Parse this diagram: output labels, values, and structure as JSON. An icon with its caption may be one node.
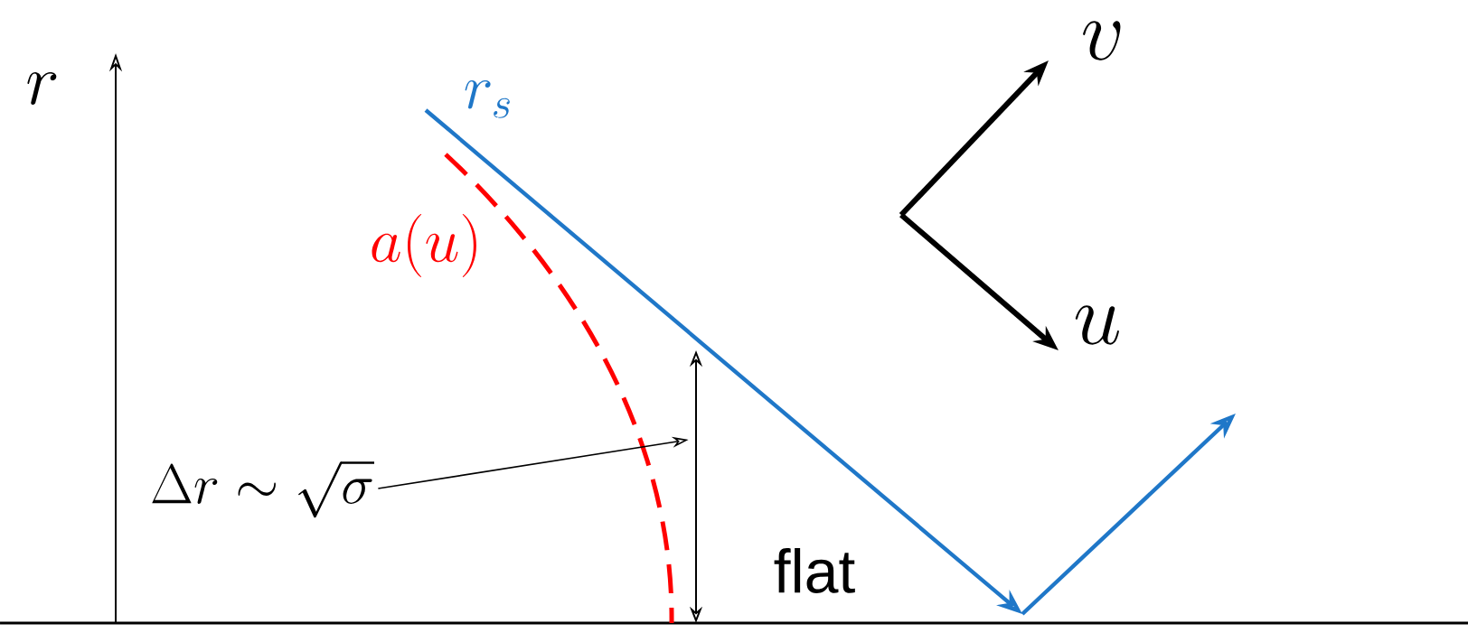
{
  "diagram": {
    "nodes": [
      {
        "text": [
          "\\Delta r \\sim \\sqrt{\\sigma}"
        ]
      },
      {
        "text": [],
        "shape": "bar"
      }
    ],
    "edges": [
      {
        "from": 0,
        "to": 1,
        "arrow": "to"
      }
    ],
    "labels": [
      "r",
      "r_s",
      "a(u)",
      "v",
      "u",
      "flat"
    ]
  }
}
